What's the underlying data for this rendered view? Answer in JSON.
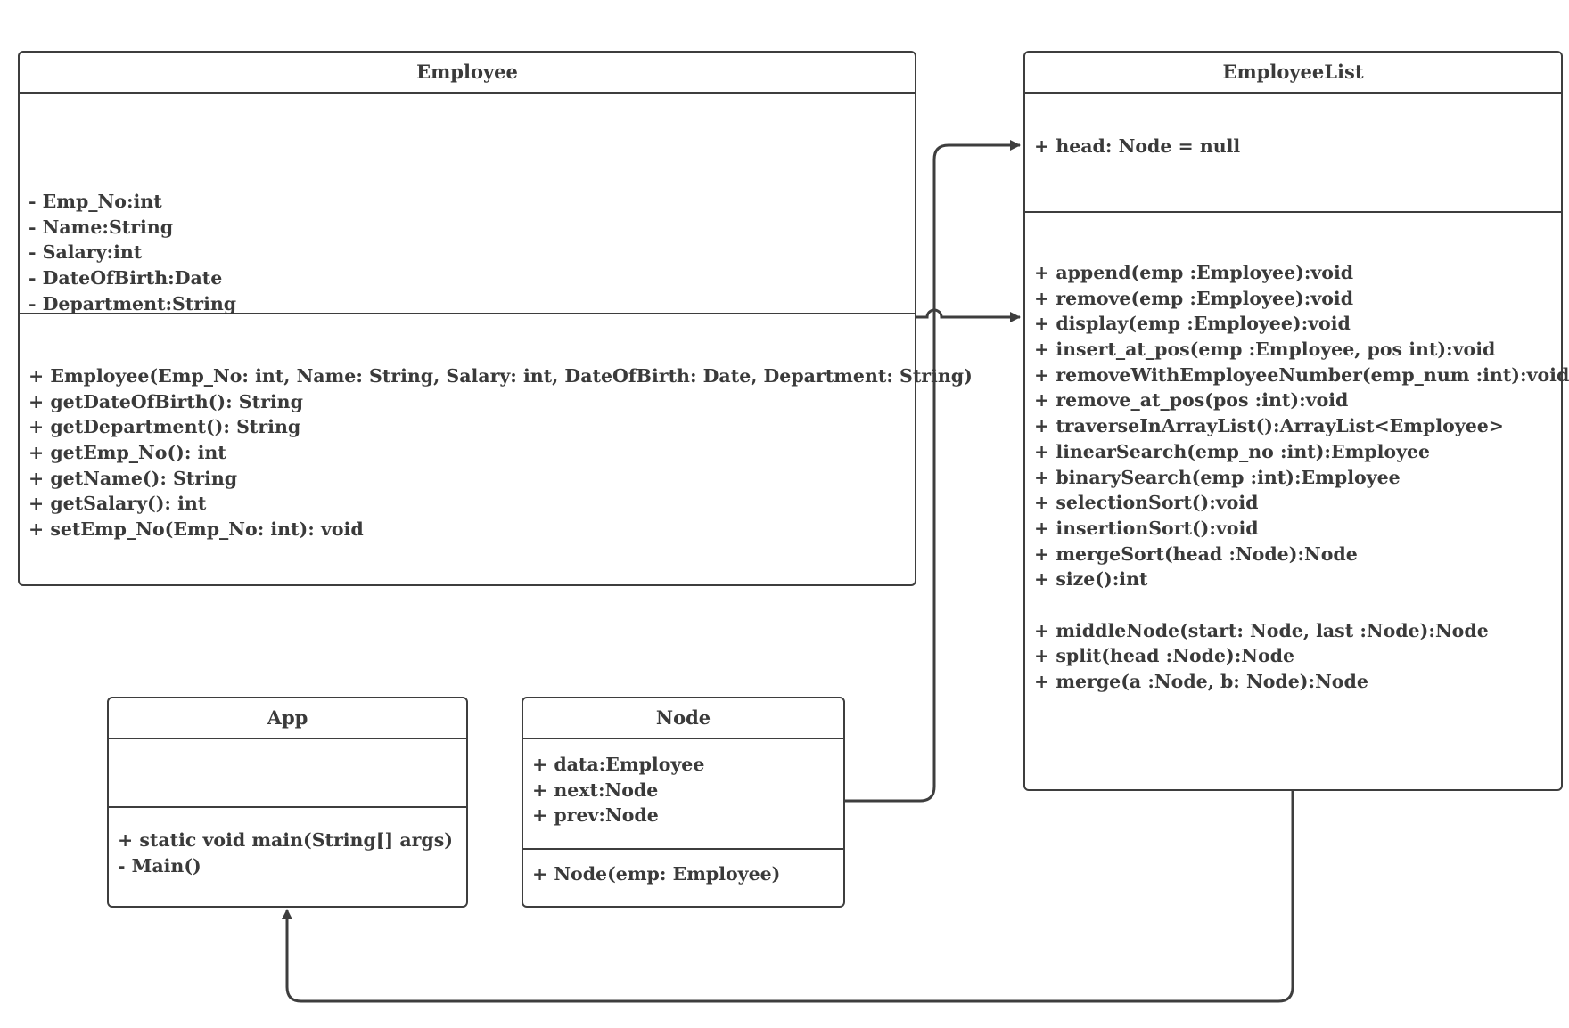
{
  "classes": {
    "employee": {
      "name": "Employee",
      "attributes": [
        "- Emp_No:int",
        "- Name:String",
        "- Salary:int",
        "- DateOfBirth:Date",
        "- Department:String"
      ],
      "methods": [
        "+ Employee(Emp_No: int, Name: String, Salary: int, DateOfBirth: Date, Department: String)",
        "+ getDateOfBirth(): String",
        "+ getDepartment(): String",
        "+ getEmp_No(): int",
        "+ getName(): String",
        "+ getSalary(): int",
        "+ setEmp_No(Emp_No: int): void"
      ]
    },
    "employee_list": {
      "name": "EmployeeList",
      "attributes": [
        "+ head: Node = null"
      ],
      "methods": [
        "+ append(emp :Employee):void",
        "+ remove(emp :Employee):void",
        "+ display(emp :Employee):void",
        "+ insert_at_pos(emp :Employee, pos int):void",
        "+ removeWithEmployeeNumber(emp_num :int):void",
        "+ remove_at_pos(pos :int):void",
        "+ traverseInArrayList():ArrayList<Employee>",
        "+ linearSearch(emp_no :int):Employee",
        "+ binarySearch(emp :int):Employee",
        "+ selectionSort():void",
        "+ insertionSort():void",
        "+ mergeSort(head :Node):Node",
        "+ size():int"
      ],
      "helper_methods": [
        "+ middleNode(start: Node, last :Node):Node",
        "+ split(head :Node):Node",
        "+ merge(a :Node, b: Node):Node"
      ]
    },
    "app": {
      "name": "App",
      "attributes": [],
      "methods": [
        "+ static void main(String[] args)",
        "- Main()"
      ]
    },
    "node": {
      "name": "Node",
      "attributes": [
        "+ data:Employee",
        "+ next:Node",
        "+ prev:Node"
      ],
      "methods": [
        "+ Node(emp: Employee)"
      ]
    }
  },
  "relationships": [
    {
      "from": "Employee",
      "to": "EmployeeList",
      "kind": "directed-association"
    },
    {
      "from": "Node",
      "to": "EmployeeList",
      "kind": "directed-association"
    },
    {
      "from": "EmployeeList",
      "to": "App",
      "kind": "directed-association"
    }
  ],
  "colors": {
    "line": "#3e3e3e",
    "text": "#3a3a3a",
    "background": "#ffffff"
  }
}
